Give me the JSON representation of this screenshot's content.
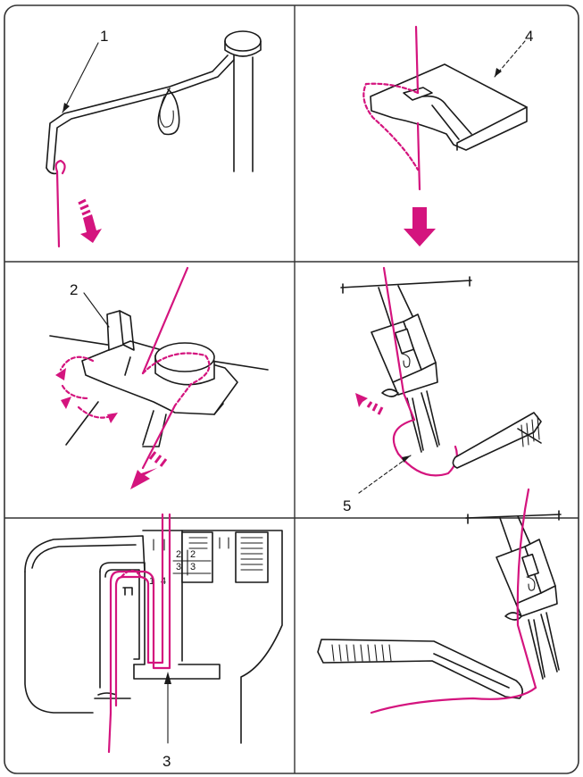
{
  "colors": {
    "thread": "#d4147e",
    "ink": "#1a1a1a",
    "background": "#ffffff",
    "border": "#333333"
  },
  "panels": [
    {
      "id": "panel-1",
      "callout": "1"
    },
    {
      "id": "panel-2",
      "callout": "4"
    },
    {
      "id": "panel-3",
      "callout": "2"
    },
    {
      "id": "panel-4",
      "callout": "5"
    },
    {
      "id": "panel-5",
      "callout": "3",
      "guide_marks": [
        "2",
        "2",
        "3",
        "3",
        "1",
        "4"
      ]
    },
    {
      "id": "panel-6",
      "callout": ""
    }
  ]
}
